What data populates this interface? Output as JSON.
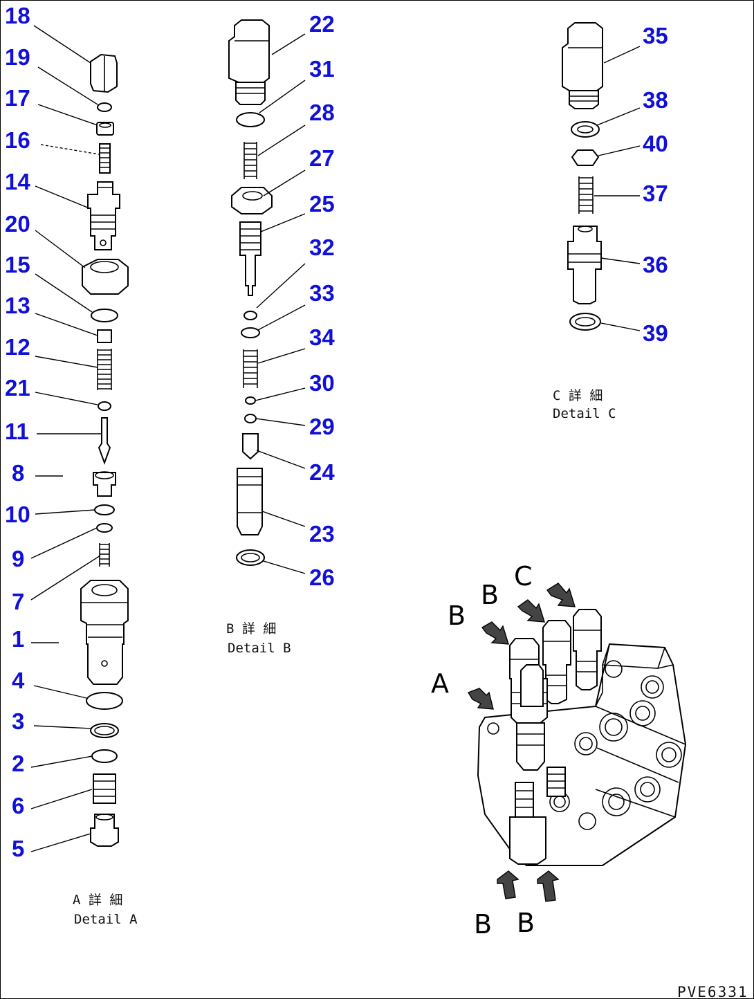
{
  "diagram": {
    "part_numbers": [
      "1",
      "2",
      "3",
      "4",
      "5",
      "6",
      "7",
      "8",
      "9",
      "10",
      "11",
      "12",
      "13",
      "14",
      "15",
      "16",
      "17",
      "18",
      "19",
      "20",
      "21",
      "22",
      "23",
      "24",
      "25",
      "26",
      "27",
      "28",
      "29",
      "30",
      "31",
      "32",
      "33",
      "34",
      "35",
      "36",
      "37",
      "38",
      "39",
      "40"
    ],
    "detail_a": {
      "caption_jp": "A 詳 細",
      "caption_en": "Detail A"
    },
    "detail_b": {
      "caption_jp": "B 詳 細",
      "caption_en": "Detail B"
    },
    "detail_c": {
      "caption_jp": "C 詳 細",
      "caption_en": "Detail C"
    },
    "view_letters": [
      "A",
      "B",
      "B",
      "C",
      "B",
      "B"
    ],
    "drawing_code": "PVE6331"
  }
}
